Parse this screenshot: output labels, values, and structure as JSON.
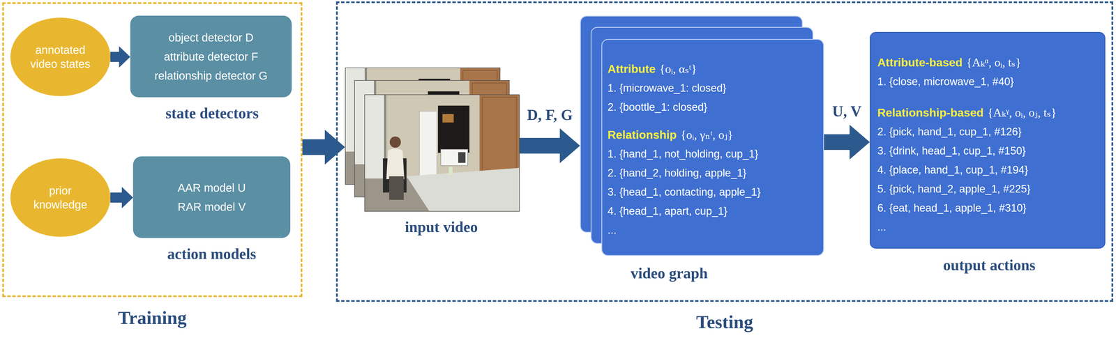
{
  "diagram": {
    "nodes": [
      {
        "text": [
          "Training"
        ]
      },
      {
        "text": [
          "annotated video states"
        ],
        "in": 0
      },
      {
        "text": [
          "object detector D",
          "attribute detector F",
          "relationship detector G",
          "state detectors"
        ],
        "in": 0
      },
      {
        "text": [
          "prior knowledge"
        ],
        "in": 0
      },
      {
        "text": [
          "AAR model U",
          "RAR model V",
          "action models"
        ],
        "in": 0
      },
      {
        "text": [
          "Testing"
        ]
      },
      {
        "text": [
          "input video"
        ],
        "in": 5
      },
      {
        "text": [
          "Attribute",
          "{oᵢ, αₛᵗ}",
          "1. {microwave_1: closed}",
          "2. {boottle_1: closed}",
          "Relationship",
          "{oᵢ, γₙᵗ, oⱼ}",
          "1. {hand_1, not_holding, cup_1}",
          "2. {hand_2, holding, apple_1}",
          "3. {head_1, contacting, apple_1}",
          "4. {head_1, apart, cup_1}",
          "...",
          "video graph"
        ],
        "in": 5
      },
      {
        "text": [
          "Attribute-based",
          "{Aₖᵅ, oᵢ, tₛ}",
          "1. {close, microwave_1, #40}",
          "Relationship-based",
          "{Aₖᵞ, oᵢ, oⱼ, tₛ}",
          "2. {pick, hand_1, cup_1, #126}",
          "3. {drink, head_1, cup_1, #150}",
          "4. {place, hand_1, cup_1, #194}",
          "5. {pick, hand_2, apple_1, #225}",
          "6. {eat, head_1, apple_1, #310}",
          "...",
          "output actions"
        ],
        "in": 5
      }
    ],
    "edges": [
      {
        "from": 1,
        "to": 2,
        "arrow": "to"
      },
      {
        "from": 3,
        "to": 4,
        "arrow": "to"
      },
      {
        "from": 0,
        "to": 6,
        "arrow": "to"
      },
      {
        "from": 6,
        "to": 7,
        "label": "D, F, G",
        "arrow": "to"
      },
      {
        "from": 7,
        "to": 8,
        "label": "U, V",
        "arrow": "to"
      }
    ]
  }
}
